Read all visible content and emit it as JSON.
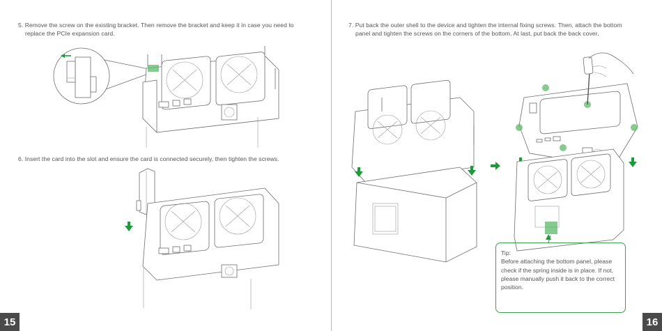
{
  "left_page": {
    "page_number": "15",
    "step5": {
      "line1": "5. Remove the screw on the existing bracket. Then remove the bracket and keep it in case you need to",
      "line2": "replace the PCIe expansion card."
    },
    "step6": {
      "line1": "6. Insert the card into the slot and ensure the card is connected securely, then tighten the screws."
    }
  },
  "right_page": {
    "page_number": "16",
    "step7": {
      "line1": "7. Put back the outer shell to the device and tighten the internal fixing screws. Then, attach the bottom",
      "line2": "panel and tighten the screws on the corners of the bottom. At last, put back the back cover."
    },
    "tip": {
      "heading": "Tip:",
      "line1": "Before attaching the bottom panel,  please",
      "line2": "check if the spring inside is in place. If not,",
      "line3": "please manually push it back to the correct",
      "line4": "position."
    }
  },
  "colors": {
    "accent_green": "#1e9a3c",
    "page_number_bg": "#4a4a4a",
    "divider": "#bbbbbb"
  }
}
